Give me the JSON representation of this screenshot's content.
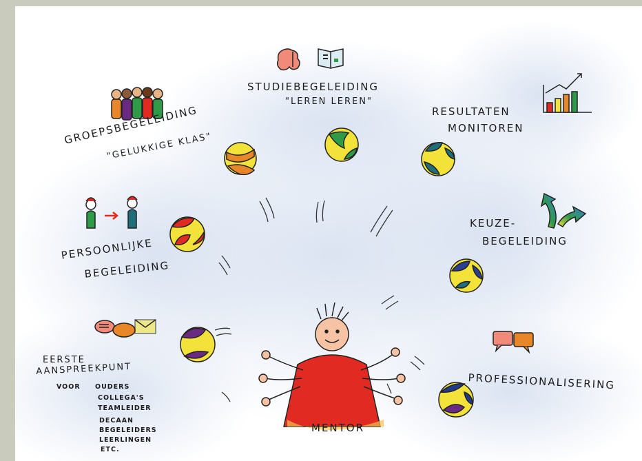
{
  "title_topics": {
    "studie": [
      "STUDIEBEGELEIDING",
      "\"LEREN LEREN\""
    ],
    "groep": [
      "GROEPSBEGELEIDING",
      "\"GELUKKIGE KLAS\""
    ],
    "resultaten": [
      "RESULTATEN",
      "MONITOREN"
    ],
    "persoonlijk": [
      "PERSOONLIJKE",
      "BEGELEIDING"
    ],
    "keuze": [
      "KEUZE-",
      "BEGELEIDING"
    ],
    "eerste": [
      "EERSTE",
      "AANSPREEKPUNT"
    ],
    "voor": "VOOR",
    "voor_list": [
      "OUDERS",
      "COLLEGA'S",
      "TEAMLEIDER",
      "DECAAN",
      "BEGELEIDERS",
      "LEERLINGEN",
      "ETC."
    ],
    "professionalisering": "PROFESSIONALISERING",
    "mentor": "MENTOR"
  },
  "colors": {
    "yellow": "#f2e23a",
    "orange": "#e8862a",
    "green": "#2f9a48",
    "teal": "#1f6e7a",
    "red": "#e02a22",
    "purple": "#6a2a82",
    "blue": "#2a3f8f",
    "navy": "#233a8a"
  },
  "icons": {
    "groep": "people-group-icon",
    "studie": "brain-book-icon",
    "resultaten": "bar-chart-icon",
    "persoonlijk": "person-to-person-icon",
    "keuze": "diverging-arrows-icon",
    "eerste": "chat-mail-icon",
    "professionalisering": "speech-bubbles-icon",
    "mentor": "juggling-mentor-icon"
  }
}
